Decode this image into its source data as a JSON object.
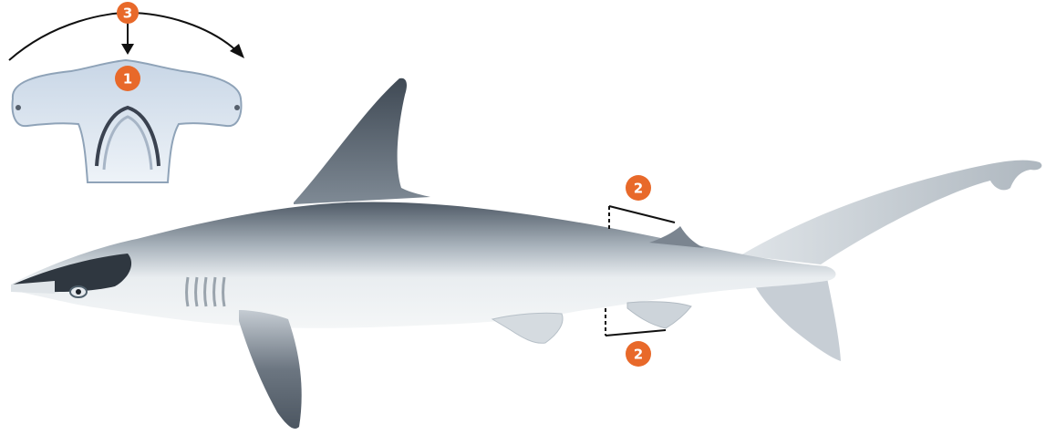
{
  "colors": {
    "marker": "#e8692a",
    "marker_text": "#ffffff",
    "line": "#111111",
    "shark_back": "#5f6a75",
    "shark_mid": "#c9d0d6",
    "shark_belly": "#eef1f3",
    "head_inset": "#dde6f0"
  },
  "markers": {
    "head_top": "1",
    "dorsal_fin": "2",
    "anal_fin": "2",
    "curve_arrow": "3"
  }
}
